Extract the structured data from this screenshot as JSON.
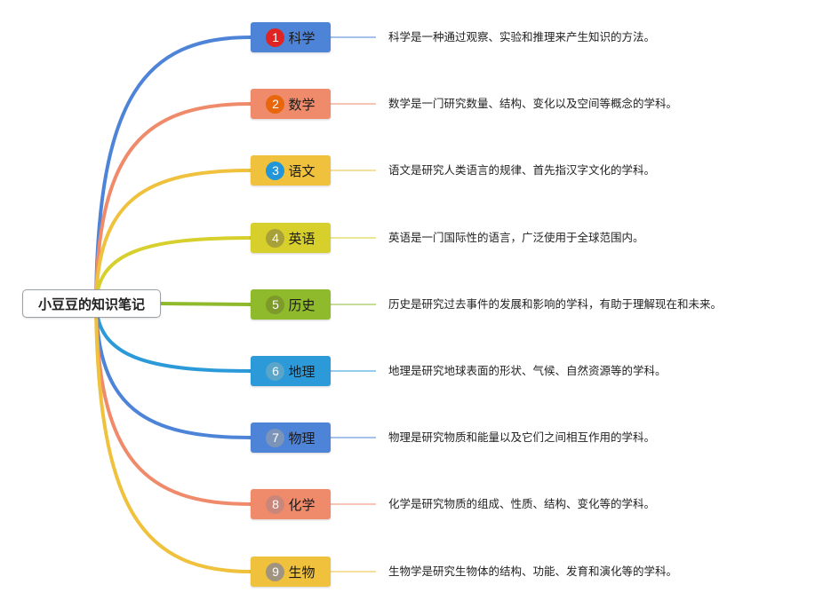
{
  "root": {
    "label": "小豆豆的知识笔记"
  },
  "branches": [
    {
      "badge": "1",
      "label": "科学",
      "desc": "科学是一种通过观察、实验和推理来产生知识的方法。",
      "line_color": "#4e84d8",
      "node_color": "#4e84d8",
      "badge_color": "#e02424"
    },
    {
      "badge": "2",
      "label": "数学",
      "desc": "数学是一门研究数量、结构、变化以及空间等概念的学科。",
      "line_color": "#ef8b6a",
      "node_color": "#ef8b6a",
      "badge_color": "#e8660c"
    },
    {
      "badge": "3",
      "label": "语文",
      "desc": "语文是研究人类语言的规律、首先指汉字文化的学科。",
      "line_color": "#efc13c",
      "node_color": "#efc13c",
      "badge_color": "#2196d8"
    },
    {
      "badge": "4",
      "label": "英语",
      "desc": "英语是一门国际性的语言，广泛使用于全球范围内。",
      "line_color": "#d7cf2c",
      "node_color": "#d7cf2c",
      "badge_color": "#a8a038"
    },
    {
      "badge": "5",
      "label": "历史",
      "desc": "历史是研究过去事件的发展和影响的学科，有助于理解现在和未来。",
      "line_color": "#8fba2c",
      "node_color": "#8fba2c",
      "badge_color": "#7d9a2a"
    },
    {
      "badge": "6",
      "label": "地理",
      "desc": "地理是研究地球表面的形状、气候、自然资源等的学科。",
      "line_color": "#2c9ad9",
      "node_color": "#2c9ad9",
      "badge_color": "#5aa5c8"
    },
    {
      "badge": "7",
      "label": "物理",
      "desc": "物理是研究物质和能量以及它们之间相互作用的学科。",
      "line_color": "#4e84d8",
      "node_color": "#4e84d8",
      "badge_color": "#7c94b8"
    },
    {
      "badge": "8",
      "label": "化学",
      "desc": "化学是研究物质的组成、性质、结构、变化等的学科。",
      "line_color": "#ef8b6a",
      "node_color": "#ef8b6a",
      "badge_color": "#c8877a"
    },
    {
      "badge": "9",
      "label": "生物",
      "desc": "生物学是研究生物体的结构、功能、发育和演化等的学科。",
      "line_color": "#efc13c",
      "node_color": "#efc13c",
      "badge_color": "#a09480"
    }
  ]
}
